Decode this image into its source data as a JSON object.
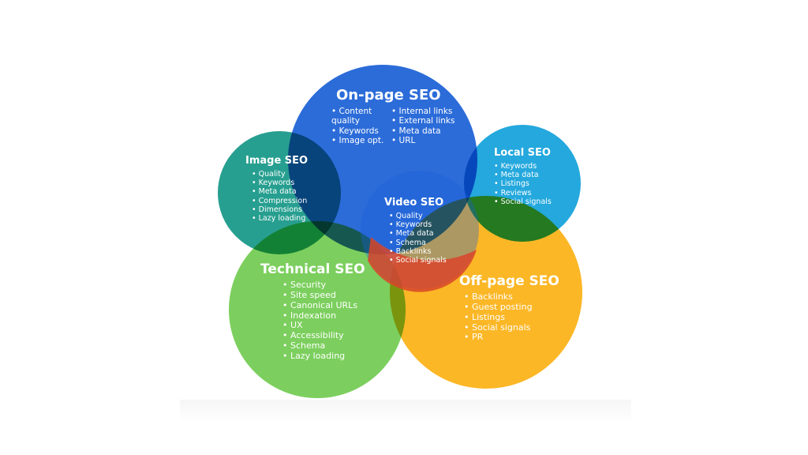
{
  "colors": {
    "onpage": "#1a5fd6",
    "image": "#1b9a8a",
    "local": "#169fd8",
    "technical": "#7ccf5e",
    "offpage": "#fbb726",
    "video_center": "#d8452a",
    "text": "#ffffff"
  },
  "circles": {
    "onpage": {
      "title": "On-page SEO",
      "items_left": [
        "Content quality",
        "Keywords",
        "Image opt."
      ],
      "items_right": [
        "Internal links",
        "External links",
        "Meta data",
        "URL"
      ]
    },
    "image": {
      "title": "Image SEO",
      "items": [
        "Quality",
        "Keywords",
        "Meta data",
        "Compression",
        "Dimensions",
        "Lazy loading"
      ]
    },
    "local": {
      "title": "Local SEO",
      "items": [
        "Keywords",
        "Meta data",
        "Listings",
        "Reviews",
        "Social signals"
      ]
    },
    "video": {
      "title": "Video SEO",
      "items": [
        "Quality",
        "Keywords",
        "Meta data",
        "Schema",
        "Backlinks",
        "Social signals"
      ]
    },
    "technical": {
      "title": "Technical SEO",
      "items": [
        "Security",
        "Site speed",
        "Canonical URLs",
        "Indexation",
        "UX",
        "Accessibility",
        "Schema",
        "Lazy loading"
      ]
    },
    "offpage": {
      "title": "Off-page SEO",
      "items": [
        "Backlinks",
        "Guest posting",
        "Listings",
        "Social signals",
        "PR"
      ]
    }
  }
}
